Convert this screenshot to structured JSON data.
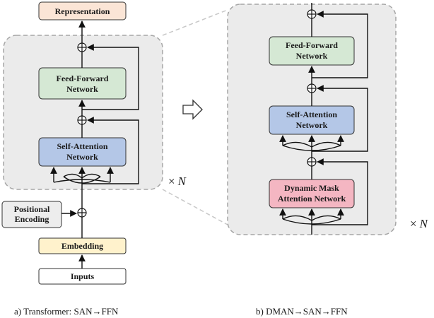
{
  "left": {
    "representation": "Representation",
    "ffn": [
      "Feed-Forward",
      "Network"
    ],
    "san": [
      "Self-Attention",
      "Network"
    ],
    "positional": [
      "Positional",
      "Encoding"
    ],
    "embedding": "Embedding",
    "inputs": "Inputs",
    "repeat": [
      "×",
      "N"
    ]
  },
  "right": {
    "ffn": [
      "Feed-Forward",
      "Network"
    ],
    "san": [
      "Self-Attention",
      "Network"
    ],
    "dman": [
      "Dynamic Mask",
      "Attention Network"
    ],
    "repeat": [
      "×",
      "N"
    ]
  },
  "captions": {
    "left": "a) Transformer: SAN→FFN",
    "right": "b) DMAN→SAN→FFN"
  },
  "colors": {
    "representation_fill": "#fbe5d6",
    "ffn_fill": "#d5e8d4",
    "san_fill": "#b4c7e7",
    "dman_fill": "#f4b6c2",
    "embedding_fill": "#fff2cc",
    "positional_fill": "#ededed",
    "block_fill": "#ebebeb",
    "block_border": "#a6a6a6"
  }
}
